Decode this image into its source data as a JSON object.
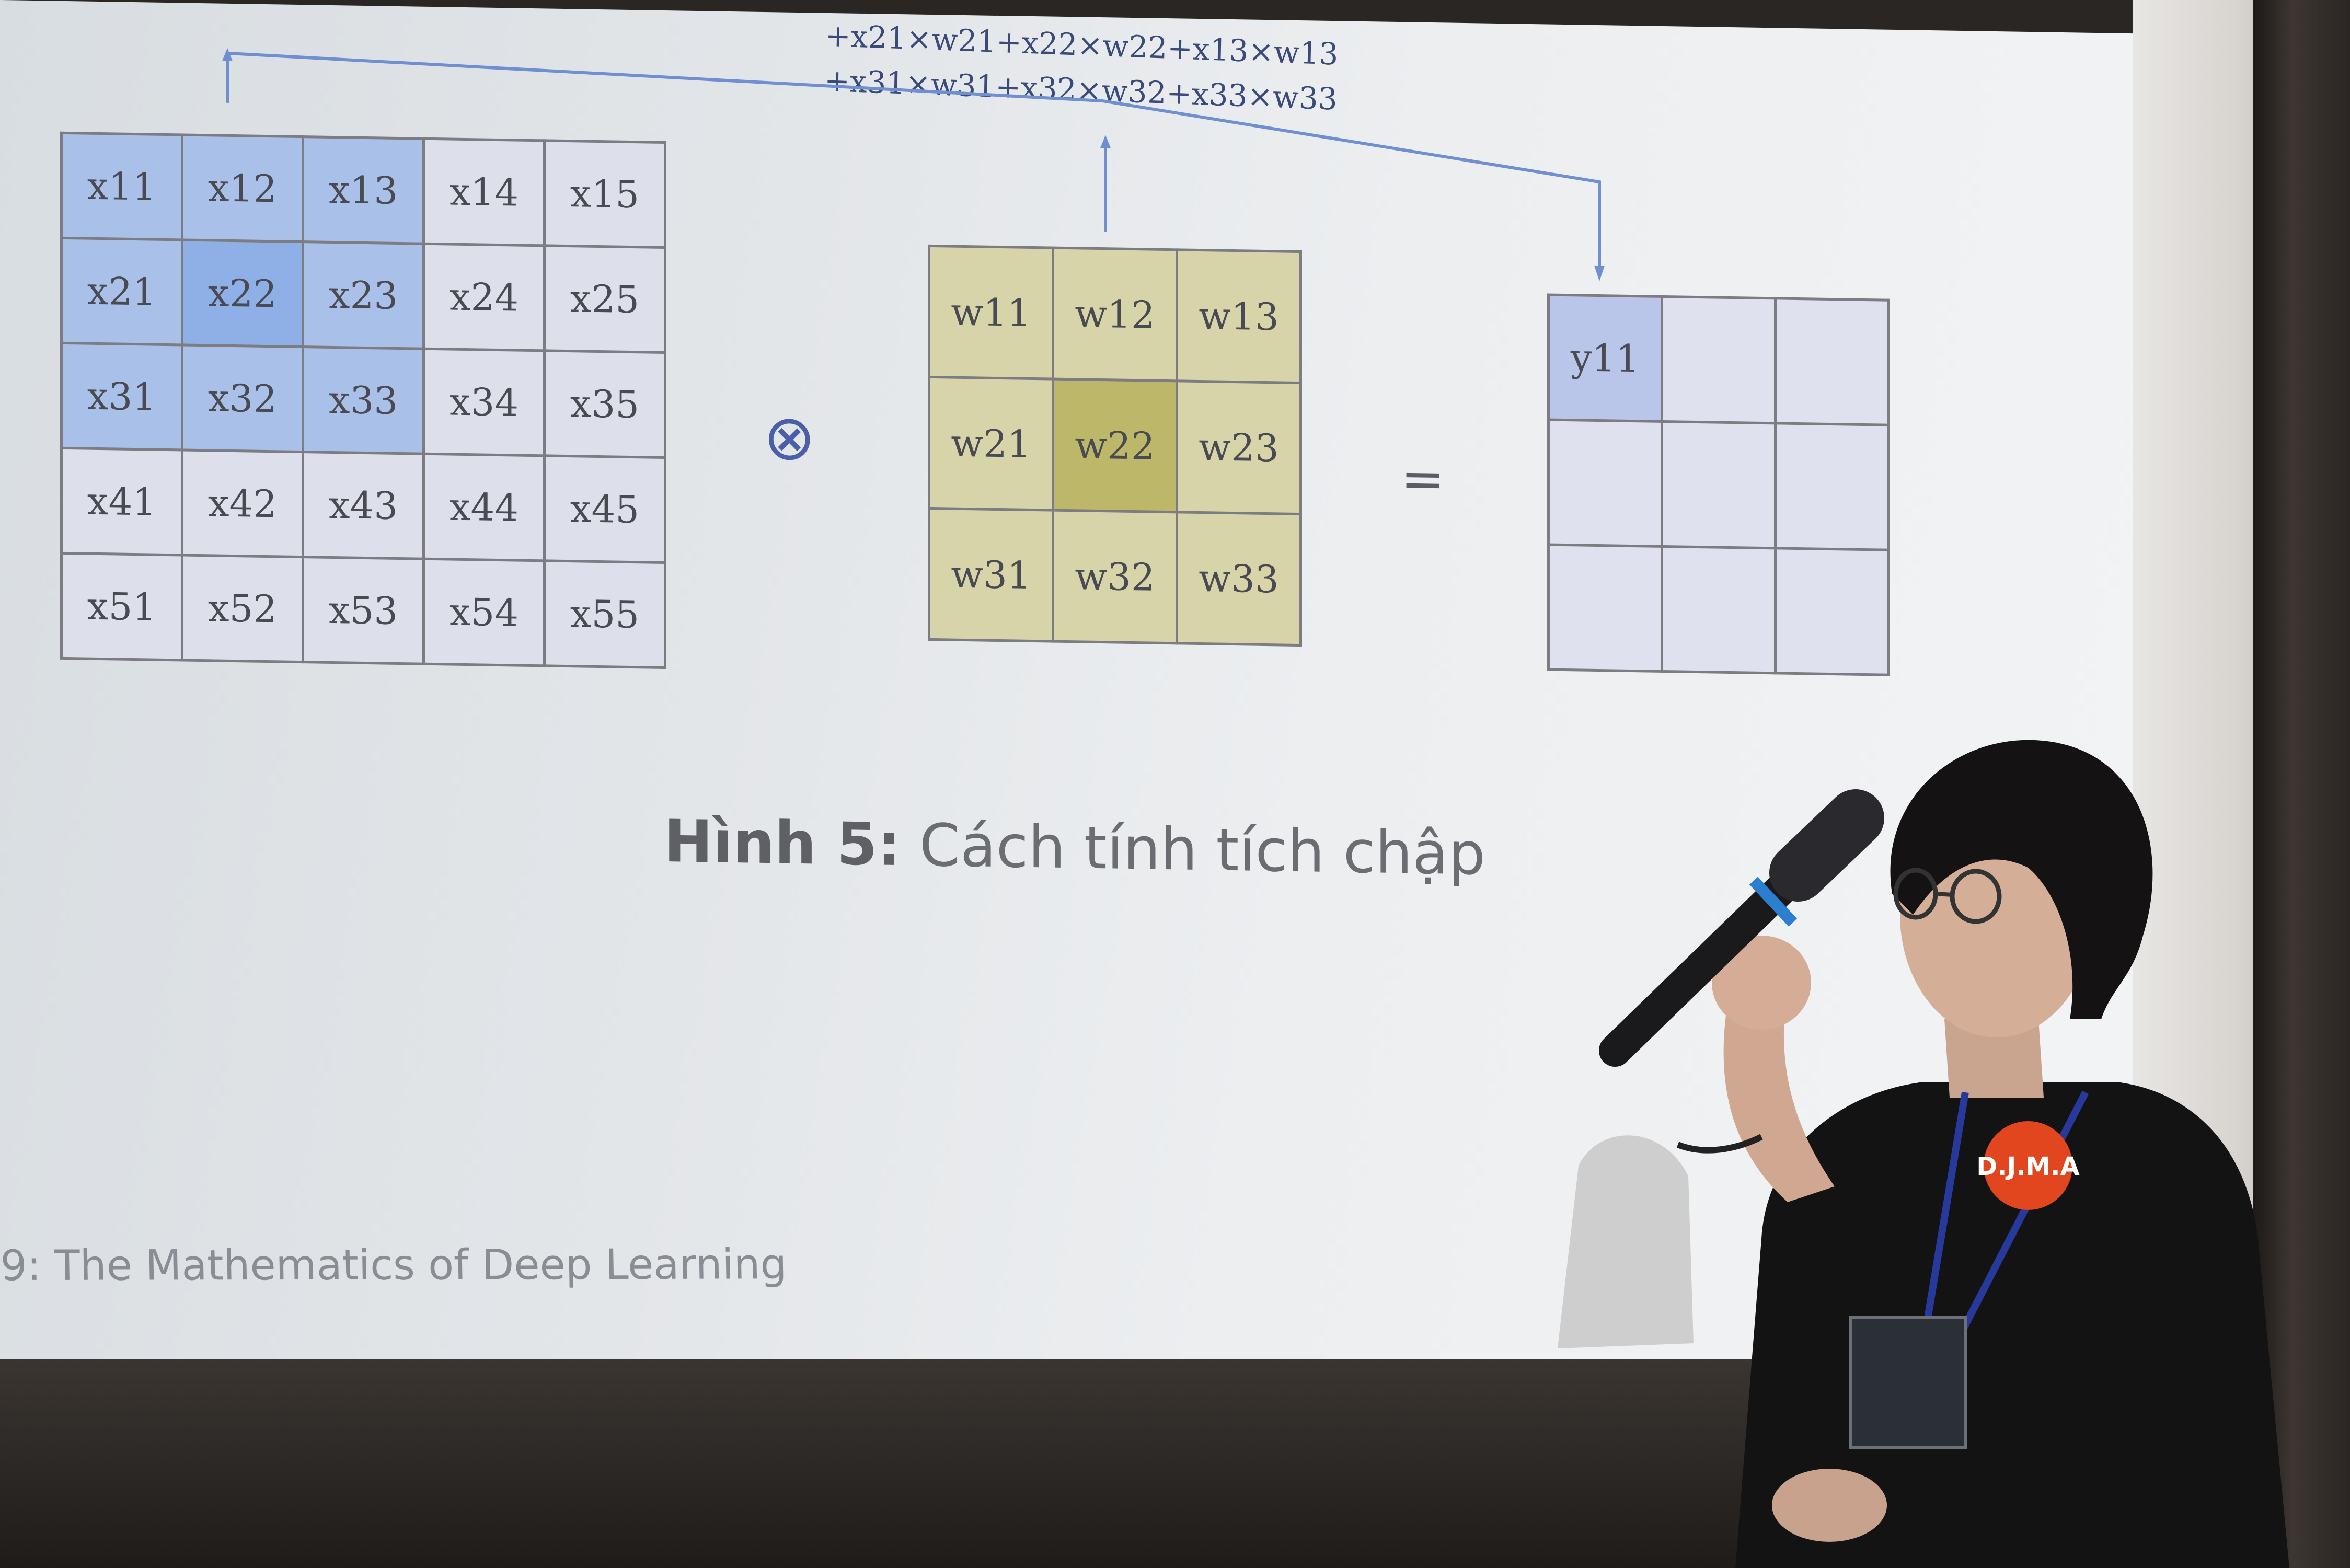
{
  "formula": {
    "line1": "+x21×w21+x22×w22+x13×w13",
    "line2": "+x31×w31+x32×w32+x33×w33"
  },
  "input_matrix": [
    [
      "x11",
      "x12",
      "x13",
      "x14",
      "x15"
    ],
    [
      "x21",
      "x22",
      "x23",
      "x24",
      "x25"
    ],
    [
      "x31",
      "x32",
      "x33",
      "x34",
      "x35"
    ],
    [
      "x41",
      "x42",
      "x43",
      "x44",
      "x45"
    ],
    [
      "x51",
      "x52",
      "x53",
      "x54",
      "x55"
    ]
  ],
  "kernel_matrix": [
    [
      "w11",
      "w12",
      "w13"
    ],
    [
      "w21",
      "w22",
      "w23"
    ],
    [
      "w31",
      "w32",
      "w33"
    ]
  ],
  "output_matrix": [
    [
      "y11",
      "",
      ""
    ],
    [
      "",
      "",
      ""
    ],
    [
      "",
      "",
      ""
    ]
  ],
  "operators": {
    "convolve": "⊗",
    "equals": "="
  },
  "caption": {
    "label": "Hình 5:",
    "text": "Cách tính tích chập"
  },
  "footer": "9: The Mathematics of Deep Learning",
  "shirt_logo": "D.J.M.A",
  "colors": {
    "input_highlight": "#a9c0e9",
    "kernel": "#d8d4aa",
    "kernel_center": "#bdb76a",
    "output_highlight": "#b9c6ea",
    "arrow": "#6f8fd0"
  }
}
